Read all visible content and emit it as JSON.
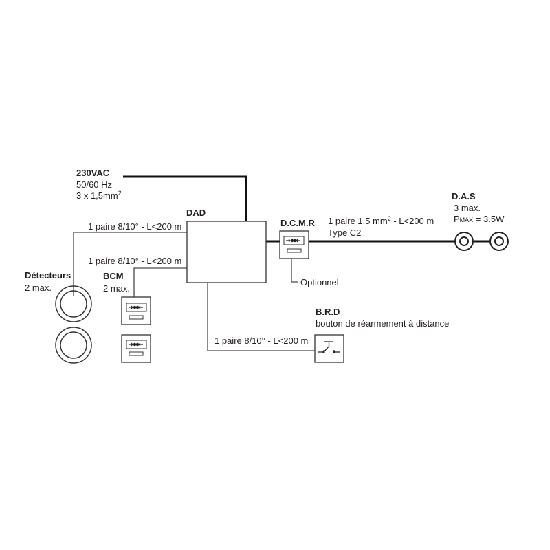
{
  "power": {
    "title": "230VAC",
    "freq": "50/60 Hz",
    "cable_prefix": "3 x 1,5mm",
    "cable_sup": "2"
  },
  "dad": {
    "title": "DAD"
  },
  "detector_line": "1 paire 8/10° - L<200 m",
  "bcm_line": "1 paire 8/10° - L<200 m",
  "brd_line": "1 paire 8/10° - L<200 m",
  "detectors": {
    "title": "Détecteurs",
    "count": "2 max."
  },
  "bcm": {
    "title": "BCM",
    "count": "2 max."
  },
  "dcmr": {
    "title": "D.C.M.R",
    "note": "Optionnel"
  },
  "das_line": {
    "spec_prefix": "1 paire 1.5 mm",
    "spec_sup": "2",
    "spec_suffix": " - L<200 m",
    "type": "Type C2"
  },
  "das": {
    "title": "D.A.S",
    "count": "3 max.",
    "power_p": "P",
    "power_max": "MAX",
    "power_value": " = 3.5W"
  },
  "brd": {
    "title": "B.R.D",
    "subtitle": "bouton de réarmement à distance"
  }
}
